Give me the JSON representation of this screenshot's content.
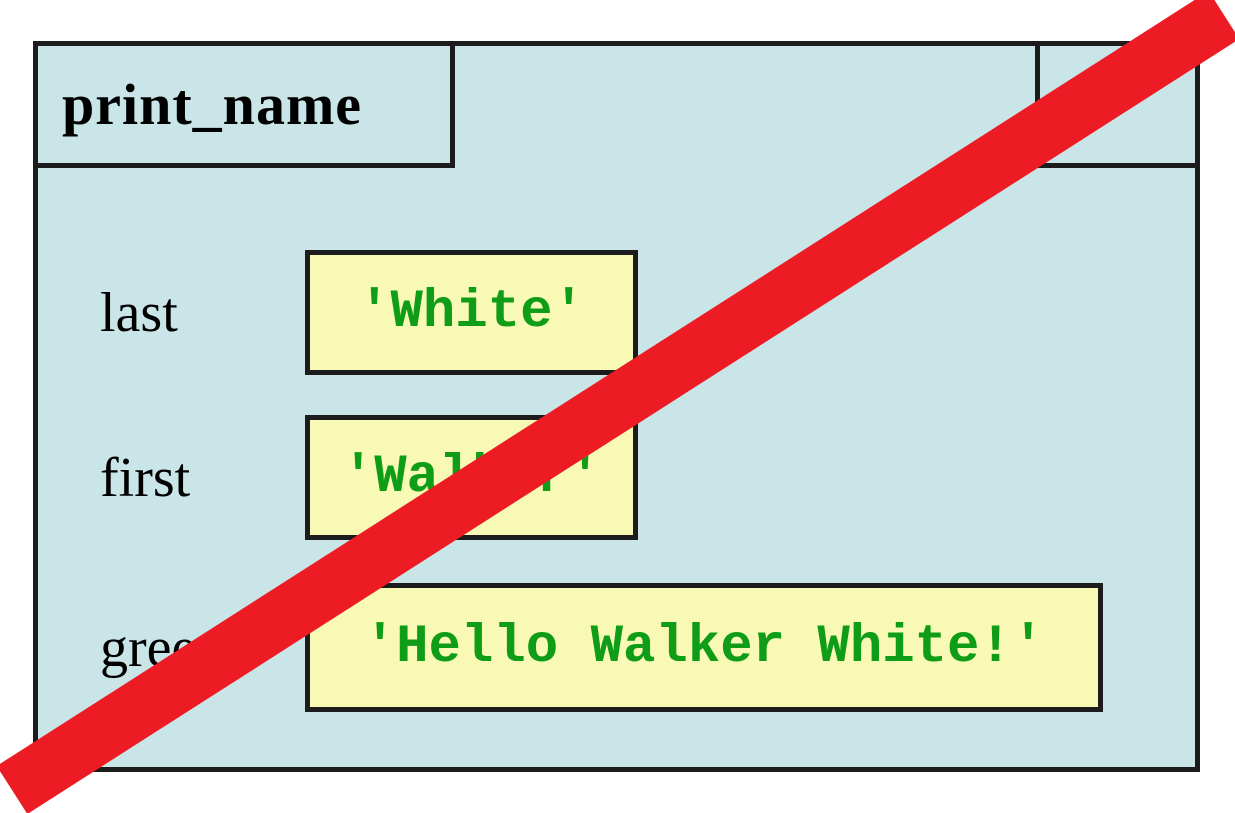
{
  "frame": {
    "function_name": "print_name",
    "variables": [
      {
        "name": "last",
        "value": "'White'"
      },
      {
        "name": "first",
        "value": "'Walker'"
      },
      {
        "name": "greet",
        "value": "'Hello Walker White!'"
      }
    ]
  },
  "colors": {
    "frame_fill": "#c9e5e8",
    "frame_border": "#1c1c1c",
    "value_box_fill": "#f9f9b6",
    "value_text": "#0f9d18",
    "label_text": "#000000",
    "strikethrough": "#ed1c24"
  }
}
